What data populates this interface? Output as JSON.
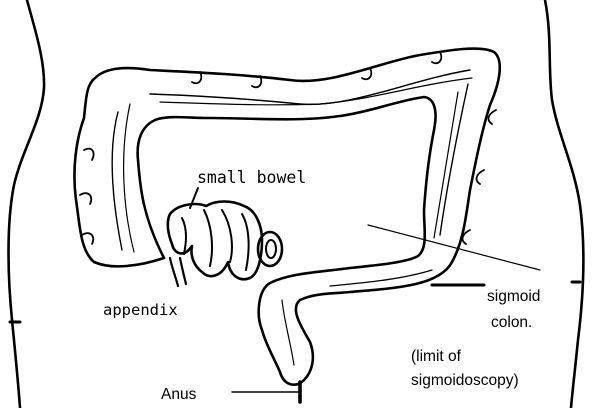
{
  "labels": {
    "small_bowel": "small bowel",
    "appendix": "appendix",
    "sigmoid_line1": "sigmoid",
    "sigmoid_line2": "colon.",
    "limit_line1": "(limit of",
    "limit_line2": "sigmoidoscopy)",
    "anus": "Anus"
  },
  "colors": {
    "ink": "#000000",
    "background": "#ffffff"
  }
}
